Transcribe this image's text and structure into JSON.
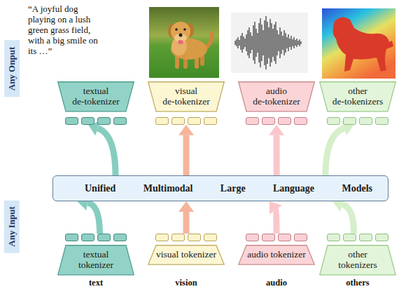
{
  "diagram": {
    "nodes": [
      {
        "text": [
          "Any Onput"
        ]
      },
      {
        "text": [
          "textual de-tokenizer"
        ]
      },
      {
        "text": [
          "visual de-tokenizer"
        ]
      },
      {
        "text": [
          "audio de-tokenizer"
        ]
      },
      {
        "text": [
          "other de-tokenizers"
        ]
      },
      {
        "text": [
          "Unified Multimodal Large Language Models"
        ]
      },
      {
        "text": [
          "Any Input"
        ]
      },
      {
        "text": [
          "textual tokenizer"
        ]
      },
      {
        "text": [
          "visual tokenizer"
        ]
      },
      {
        "text": [
          "audio tokenizer"
        ]
      },
      {
        "text": [
          "other tokenizers"
        ]
      }
    ],
    "edges": [
      {
        "from": 7,
        "to": 5,
        "arrow": "to"
      },
      {
        "from": 8,
        "to": 5,
        "arrow": "to"
      },
      {
        "from": 9,
        "to": 5,
        "arrow": "to"
      },
      {
        "from": 10,
        "to": 5,
        "arrow": "to"
      },
      {
        "from": 5,
        "to": 1,
        "arrow": "to"
      },
      {
        "from": 5,
        "to": 2,
        "arrow": "to"
      },
      {
        "from": 5,
        "to": 3,
        "arrow": "to"
      },
      {
        "from": 5,
        "to": 4,
        "arrow": "to"
      }
    ],
    "labels": [
      "“A joyful dog playing on a lush green grass field, with a big smile on its …”",
      "text",
      "vision",
      "audio",
      "others"
    ]
  }
}
